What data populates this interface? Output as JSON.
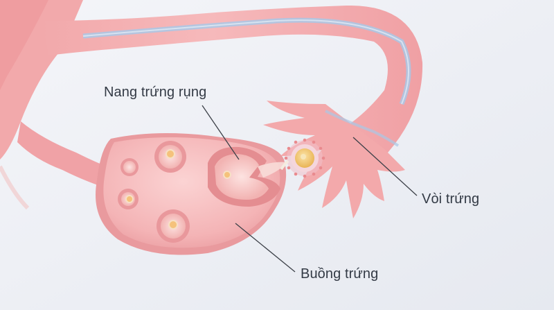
{
  "labels": {
    "ruptured_follicle": "Nang trứng rụng",
    "fallopian_tube": "Vòi trứng",
    "ovary": "Buồng trứng"
  },
  "colors": {
    "background": "#eef0f5",
    "tissue": "#f2a6a8",
    "tissue_dark": "#e48d91",
    "tissue_light": "#f8c6c7",
    "lining_blue": "#9fc3e3",
    "egg_core": "#f2c86b",
    "leader_line": "#3c4048"
  }
}
